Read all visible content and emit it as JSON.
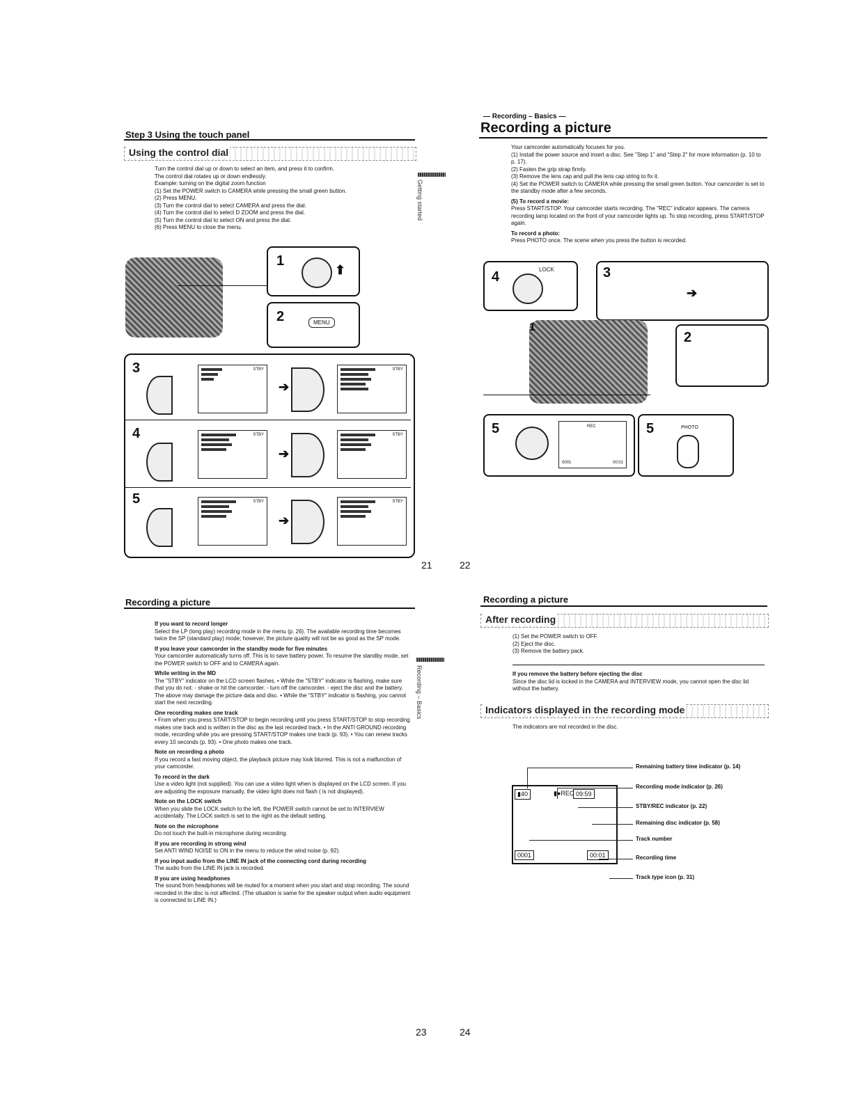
{
  "page21": {
    "step_header": "Step 3 Using the touch panel",
    "band_title": "Using the control dial",
    "intro": [
      "Turn the control dial up or down to select an item, and press it to confirm.",
      "The control dial rotates up or down endlessly.",
      "Example: turning on the digital zoom function"
    ],
    "steps": [
      "(1) Set the POWER switch to CAMERA while pressing the small green button.",
      "(2) Press MENU.",
      "(3) Turn the control dial to select CAMERA and press the dial.",
      "(4) Turn the control dial to select D ZOOM and press the dial.",
      "(5) Turn the control dial to select ON and press the dial.",
      "(6) Press MENU to close the menu."
    ],
    "callouts": [
      "1",
      "2",
      "3",
      "4",
      "5"
    ],
    "menu_button_label": "MENU",
    "screen_status": "STBY",
    "side_tab": "Getting started",
    "page_number": "21"
  },
  "page22": {
    "section_label": "— Recording – Basics —",
    "title": "Recording a picture",
    "intro": "Your camcorder automatically focuses for you.",
    "steps": [
      "(1) Install the power source and insert a disc. See \"Step 1\" and \"Step 2\" for more information (p. 10 to p. 17).",
      "(2) Fasten the grip strap firmly.",
      "(3) Remove the lens cap and pull the lens cap string to fix it.",
      "(4) Set the POWER switch to CAMERA while pressing the small green button. Your camcorder is set to the standby mode after a few seconds.",
      "(5) To record a movie:",
      "Press START/STOP. Your camcorder starts recording. The \"REC\" indicator appears. The camera recording lamp located on the front of your camcorder lights up. To stop recording, press START/STOP again.",
      "To record a photo:",
      "Press PHOTO once. The scene when you press the button is recorded."
    ],
    "lock_label": "LOCK",
    "photo_label": "PHOTO",
    "screen_top": "REC",
    "screen_bottom_left": "0001",
    "screen_bottom_right": "00:01",
    "callouts": [
      "4",
      "3",
      "1",
      "2",
      "5",
      "5"
    ],
    "page_number": "22"
  },
  "page23": {
    "header": "Recording a picture",
    "side_tab": "Recording – Basics",
    "sections": [
      {
        "title": "If you want to record longer",
        "text": "Select the LP (long play) recording mode in the menu (p. 26). The available recording time becomes twice the SP (standard play) mode; however, the picture quality will not be as good as the SP mode."
      },
      {
        "title": "If you leave your camcorder in the standby mode for five minutes",
        "text": "Your camcorder automatically turns off. This is to save battery power. To resume the standby mode, set the POWER switch to OFF and to CAMERA again."
      },
      {
        "title": "While writing in the MD",
        "text": "The \"STBY\" indicator on the LCD screen flashes. • While the \"STBY\" indicator is flashing, make sure that you do not: - shake or hit the camcorder. - turn off the camcorder. - eject the disc and the battery. The above may damage the picture data and disc. • While the \"STBY\" indicator is flashing, you cannot start the next recording."
      },
      {
        "title": "One recording makes one track",
        "text": "• From when you press START/STOP to begin recording until you press START/STOP to stop recording makes one track and is written in the disc as the last recorded track. • In the ANTI GROUND recording mode, recording while you are pressing START/STOP makes one track (p. 93). • You can renew tracks every 10 seconds (p. 93). • One photo makes one track."
      },
      {
        "title": "Note on recording a photo",
        "text": "If you record a fast moving object, the playback picture may look blurred. This is not a malfunction of your camcorder."
      },
      {
        "title": "To record in the dark",
        "text": "Use a video light (not supplied). You can use a video light when is displayed on the LCD screen. If you are adjusting the exposure manually, the video light does not flash ( is not displayed)."
      },
      {
        "title": "Note on the LOCK switch",
        "text": "When you slide the LOCK switch to the left, the POWER switch cannot be set to INTERVIEW accidentally. The LOCK switch is set to the right as the default setting."
      },
      {
        "title": "Note on the microphone",
        "text": "Do not touch the built-in microphone during recording."
      },
      {
        "title": "If you are recording in strong wind",
        "text": "Set ANTI WIND NOISE to ON in the menu to reduce the wind noise (p. 92)."
      },
      {
        "title": "If you input audio from the LINE IN jack of the connecting cord during recording",
        "text": "The audio from the LINE IN jack is recorded."
      },
      {
        "title": "If you are using headphones",
        "text": "The sound from headphones will be muted for a moment when you start and stop recording. The sound recorded in the disc is not affected. (The situation is same for the speaker output when audio equipment is connected to LINE IN.)"
      }
    ],
    "page_number": "23"
  },
  "page24": {
    "header": "Recording a picture",
    "band_after": "After recording",
    "after_steps": [
      "(1) Set the POWER switch to OFF.",
      "(2) Eject the disc.",
      "(3) Remove the battery pack."
    ],
    "remove_title": "If you remove the battery before ejecting the disc",
    "remove_text": "Since the disc lid is locked in the CAMERA and INTERVIEW mode, you cannot open the disc lid without the battery.",
    "band_indicators": "Indicators displayed in the recording mode",
    "indicators_intro": "The indicators are not recorded in the disc.",
    "screen_battery": "40",
    "screen_rec": "REC",
    "screen_remain": "09:59",
    "screen_track": "0001",
    "screen_time": "00:01",
    "indicators": [
      "Remaining battery time indicator (p. 14)",
      "Recording mode indicator (p. 26)",
      "STBY/REC indicator (p. 22)",
      "Remaining disc indicator (p. 58)",
      "Track number",
      "Recording time",
      "Track type icon (p. 31)"
    ],
    "page_number": "24"
  }
}
